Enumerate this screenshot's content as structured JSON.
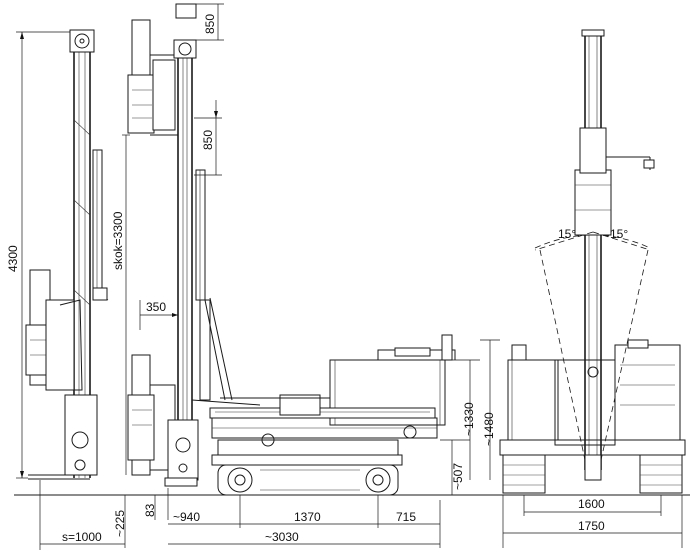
{
  "dimensions": {
    "total_height": "4300",
    "stroke": "skok=3300",
    "head_offset_top": "850",
    "head_offset_mid": "850",
    "mast_offset": "350",
    "ground_gap": "83",
    "clearance": "~225",
    "s_value": "s=1000",
    "front_overhang": "~940",
    "track_centres": "1370",
    "rear_overhang": "715",
    "total_length": "~3030",
    "cab_height": "~1330",
    "overall_height": "~1480",
    "mast_base_height": "~507",
    "track_gauge": "1600",
    "overall_width": "1750",
    "tilt_left": "15°",
    "tilt_right": "15°"
  }
}
